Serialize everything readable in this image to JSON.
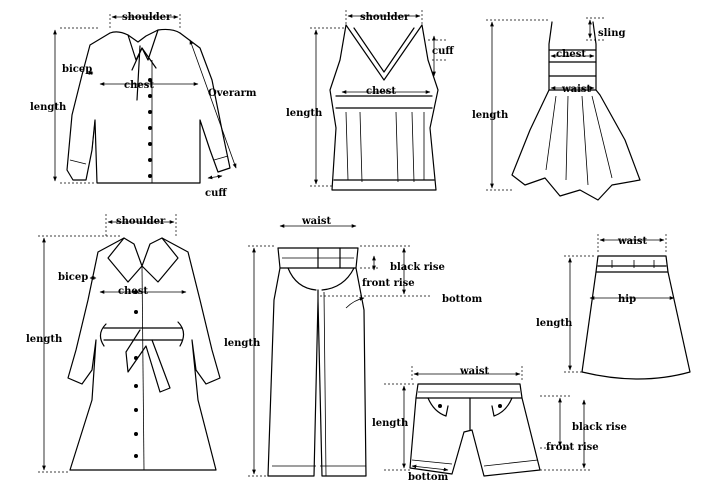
{
  "labels": {
    "shirt": {
      "shoulder": "shoulder",
      "bicep": "bicep",
      "chest": "chest",
      "overarm": "Overarm",
      "length": "length",
      "cuff": "cuff"
    },
    "tank": {
      "shoulder": "shoulder",
      "cuff": "cuff",
      "chest": "chest",
      "length": "length"
    },
    "dress": {
      "sling": "sling",
      "chest": "chest",
      "waist": "waist",
      "length": "length"
    },
    "coat": {
      "shoulder": "shoulder",
      "bicep": "bicep",
      "chest": "chest",
      "length": "length"
    },
    "pants": {
      "waist": "waist",
      "black_rise": "black rise",
      "front_rise": "front rise",
      "bottom": "bottom",
      "length": "length"
    },
    "skirt": {
      "waist": "waist",
      "hip": "hip",
      "length": "length"
    },
    "shorts": {
      "waist": "waist",
      "length": "length",
      "black_rise": "black rise",
      "front_rise": "front rise",
      "bottom": "bottom"
    }
  }
}
